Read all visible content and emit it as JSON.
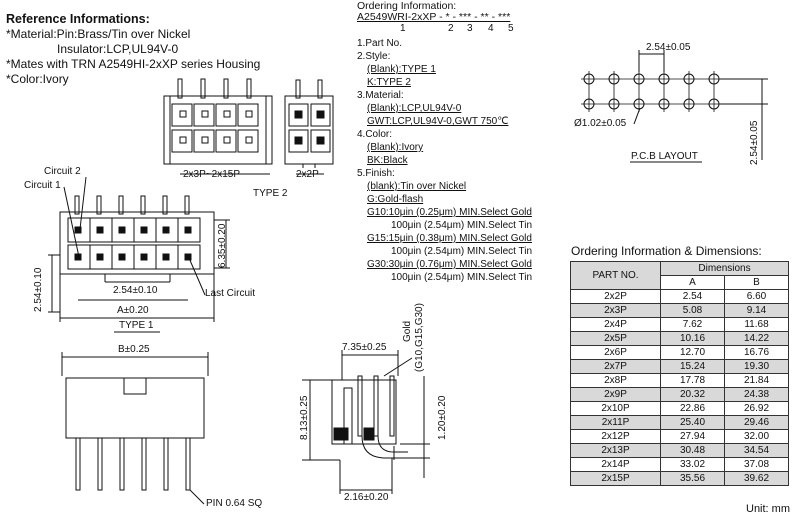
{
  "reference": {
    "title": "Reference Informations:",
    "lines": [
      "*Material:Pin:Brass/Tin over Nickel",
      "Insulator:LCP,UL94V-0",
      "*Mates with TRN A2549HI-2xXP series Housing",
      "*Color:Ivory"
    ]
  },
  "ordering": {
    "title": "Ordering Information:",
    "code": "A2549WRI-2xXP - * - *** - ** - ***",
    "numbers": [
      "1",
      "2",
      "3",
      "4",
      "5"
    ],
    "items": [
      {
        "text": "1.Part No."
      },
      {
        "text": "2.Style:"
      },
      {
        "text": "(Blank):TYPE 1"
      },
      {
        "text": "K:TYPE 2"
      },
      {
        "text": "3.Material:"
      },
      {
        "text": "(Blank):LCP,UL94V-0"
      },
      {
        "text": "GWT:LCP,UL94V-0,GWT 750℃"
      },
      {
        "text": "4.Color:"
      },
      {
        "text": "(Blank):Ivory"
      },
      {
        "text": "BK:Black"
      },
      {
        "text": "5.Finish:"
      },
      {
        "text": "(blank):Tin over Nickel"
      },
      {
        "text": "G:Gold-flash"
      },
      {
        "text": "G10:10μin (0.25μm) MIN.Select Gold"
      },
      {
        "text": "100μin (2.54μm) MIN.Select Tin"
      },
      {
        "text": "G15:15μin (0.38μm) MIN.Select Gold"
      },
      {
        "text": "100μin (2.54μm) MIN.Select Tin"
      },
      {
        "text": "G30:30μin (0.76μm) MIN.Select Gold"
      },
      {
        "text": "100μin (2.54μm) MIN.Select Tin"
      }
    ]
  },
  "drawing": {
    "type2_left": "2x3P~2x15P",
    "type2_right": "2x2P",
    "type2_caption": "TYPE 2",
    "circuit2": "Circuit 2",
    "circuit1": "Circuit 1",
    "last_circuit": "Last Circuit",
    "dim_635": "6.35±0.20",
    "dim_254_v": "2.54±0.10",
    "dim_254_h": "2.54±0.10",
    "dim_a": "A±0.20",
    "type1_caption": "TYPE 1",
    "dim_b": "B±0.25",
    "pin_note": "PIN 0.64 SQ",
    "dim_735": "7.35±0.25",
    "gold_label": "Gold",
    "gold_finish": "(G10,G15,G30)",
    "dim_813": "8.13±0.25",
    "dim_120": "1.20±0.20",
    "dim_216": "2.16±0.20",
    "pcb_pitch": "2.54±0.05",
    "pcb_hole": "Ø1.02±0.05",
    "pcb_pitch_v": "2.54±0.05",
    "pcb_caption": "P.C.B LAYOUT"
  },
  "table": {
    "title": "Ordering Information & Dimensions:",
    "header_part": "PART NO.",
    "header_dims": "Dimensions",
    "header_a": "A",
    "header_b": "B",
    "rows": [
      [
        "2x2P",
        "2.54",
        "6.60"
      ],
      [
        "2x3P",
        "5.08",
        "9.14"
      ],
      [
        "2x4P",
        "7.62",
        "11.68"
      ],
      [
        "2x5P",
        "10.16",
        "14.22"
      ],
      [
        "2x6P",
        "12.70",
        "16.76"
      ],
      [
        "2x7P",
        "15.24",
        "19.30"
      ],
      [
        "2x8P",
        "17.78",
        "21.84"
      ],
      [
        "2x9P",
        "20.32",
        "24.38"
      ],
      [
        "2x10P",
        "22.86",
        "26.92"
      ],
      [
        "2x11P",
        "25.40",
        "29.46"
      ],
      [
        "2x12P",
        "27.94",
        "32.00"
      ],
      [
        "2x13P",
        "30.48",
        "34.54"
      ],
      [
        "2x14P",
        "33.02",
        "37.08"
      ],
      [
        "2x15P",
        "35.56",
        "39.62"
      ]
    ],
    "unit": "Unit: mm"
  }
}
